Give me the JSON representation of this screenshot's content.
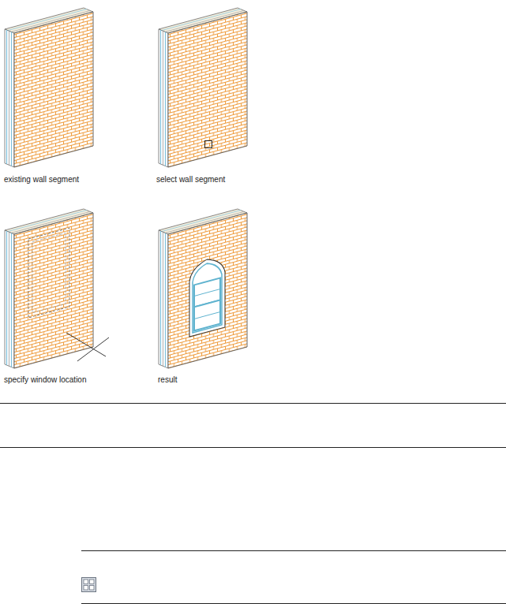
{
  "diagram": {
    "labels": [
      "existing wall segment",
      "select wall segment",
      "specify window location",
      "result"
    ]
  }
}
